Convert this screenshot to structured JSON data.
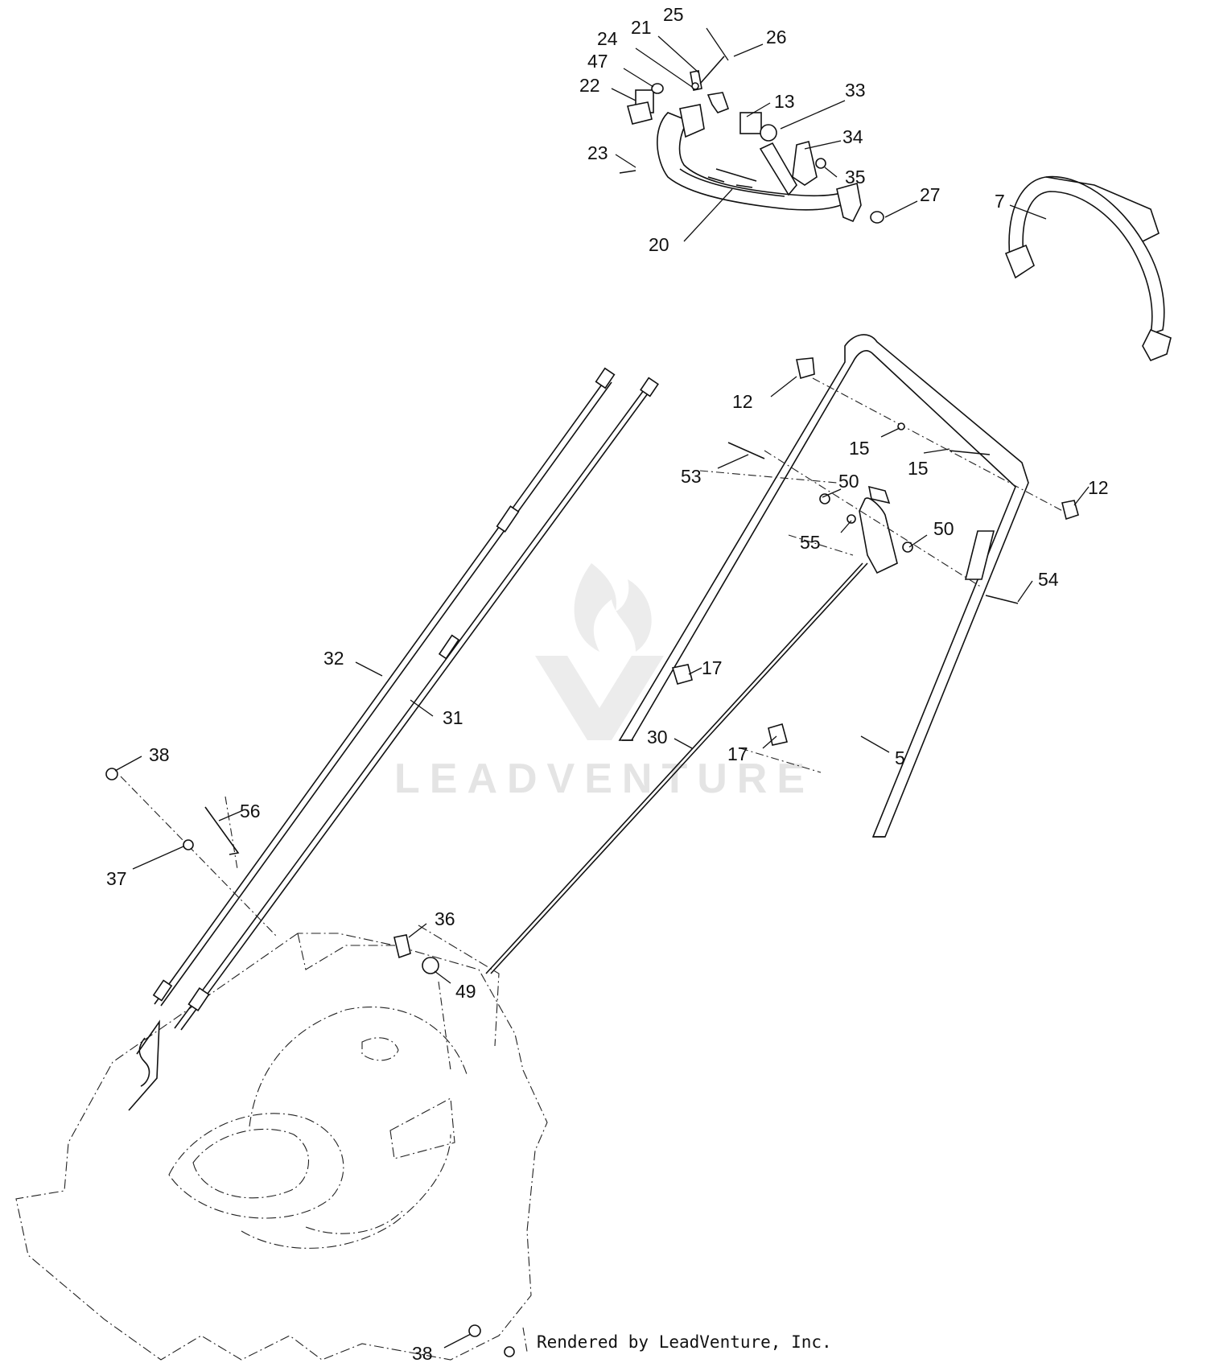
{
  "footer_text": "Rendered by LeadVenture, Inc.",
  "watermark_text": "LEADVENTURE",
  "watermark_icon": "flame-v-logo-icon",
  "callouts": [
    "25",
    "21",
    "26",
    "24",
    "47",
    "22",
    "13",
    "33",
    "34",
    "23",
    "35",
    "27",
    "20",
    "7",
    "12",
    "15",
    "15",
    "53",
    "50",
    "12",
    "55",
    "50",
    "54",
    "17",
    "32",
    "31",
    "30",
    "17",
    "5",
    "38",
    "56",
    "37",
    "36",
    "49",
    "38"
  ]
}
